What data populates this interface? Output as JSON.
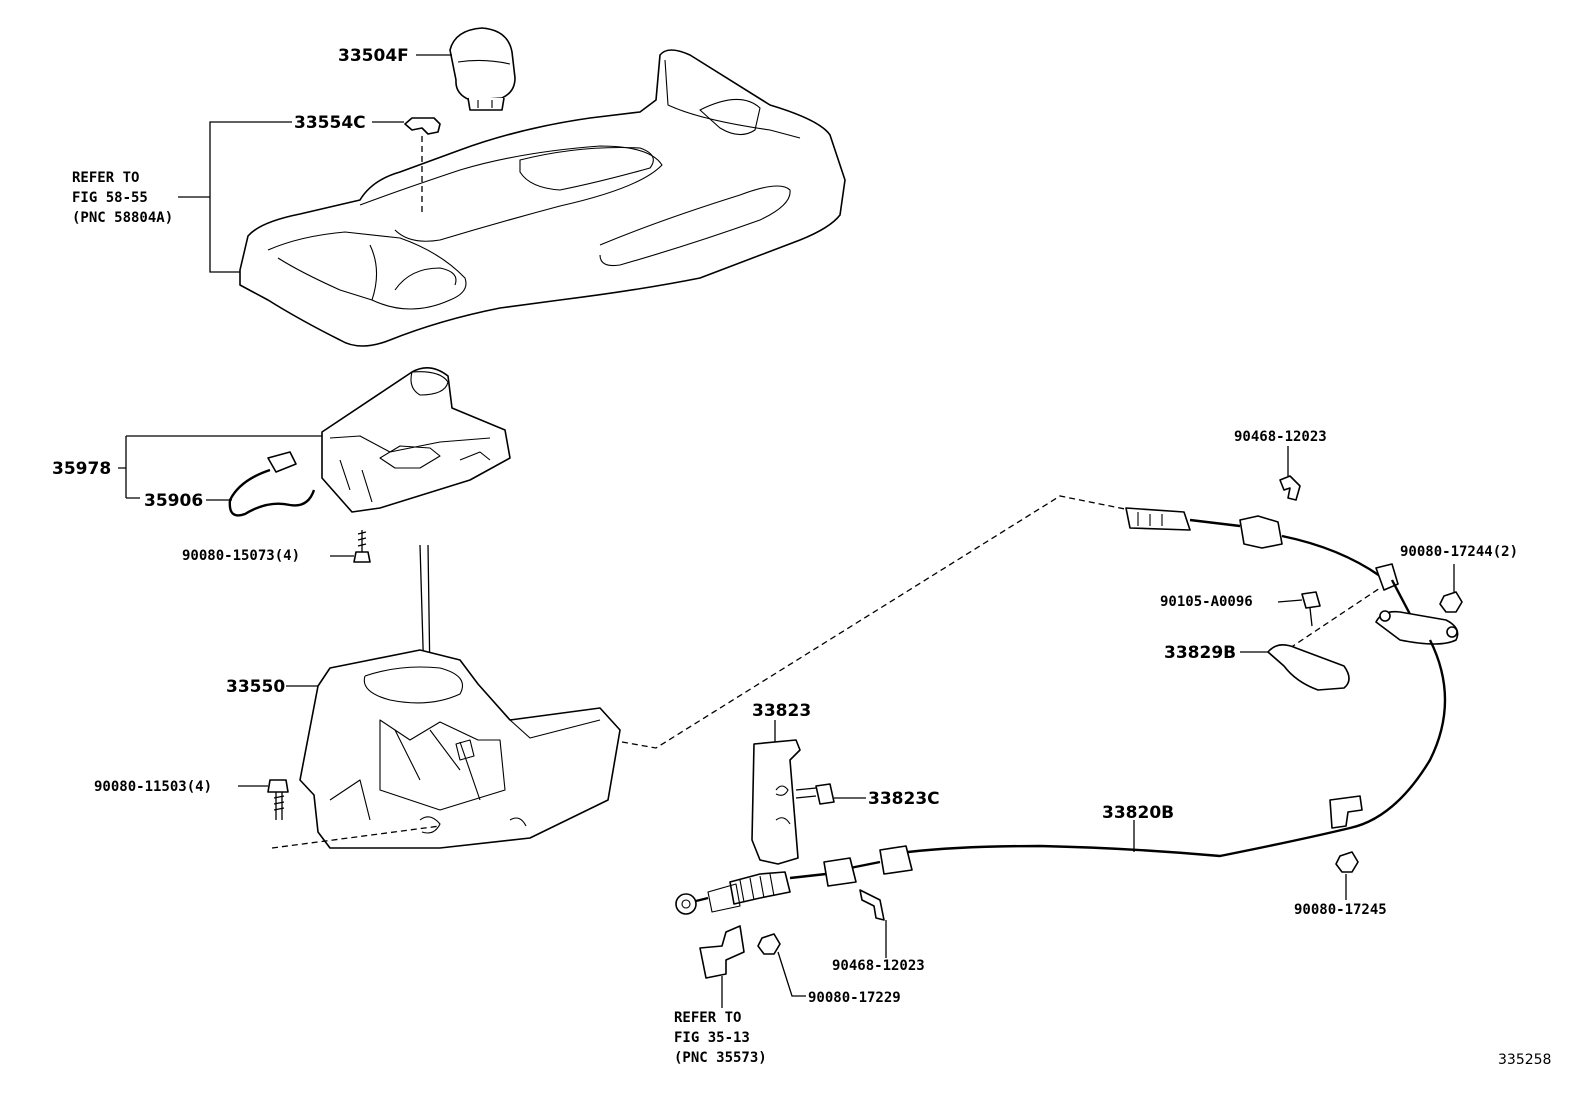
{
  "labels": {
    "knob": "33504F",
    "bezel_clip": "33554C",
    "housing_assy": "35978",
    "harness": "35906",
    "screw_housing": "90080-15073(4)",
    "shift_lever": "33550",
    "bolt_lever": "90080-11503(4)",
    "bracket": "33823",
    "bracket_bolt": "33823C",
    "cable": "33820B",
    "clip_lower": "90468-12023",
    "nut_lower": "90080-17229",
    "clip_upper": "90468-12023",
    "nut_upper": "90080-17244(2)",
    "bolt_upper": "90105-A0096",
    "grommet": "33829B",
    "nut_bracket": "90080-17245"
  },
  "refer_console": {
    "line1": "REFER TO",
    "line2": "FIG 58-55",
    "line3": "(PNC 58804A)"
  },
  "refer_bracket": {
    "line1": "REFER TO",
    "line2": "FIG 35-13",
    "line3": "(PNC 35573)"
  },
  "figure_id": "335258"
}
